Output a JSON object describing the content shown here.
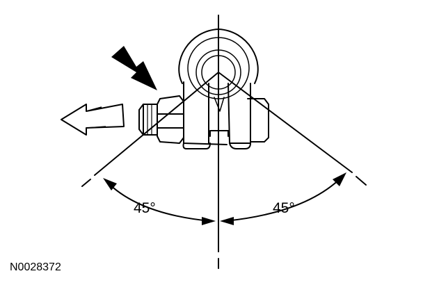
{
  "diagram": {
    "angle_left": "45°",
    "angle_right": "45°",
    "figure_id": "N0028372"
  }
}
